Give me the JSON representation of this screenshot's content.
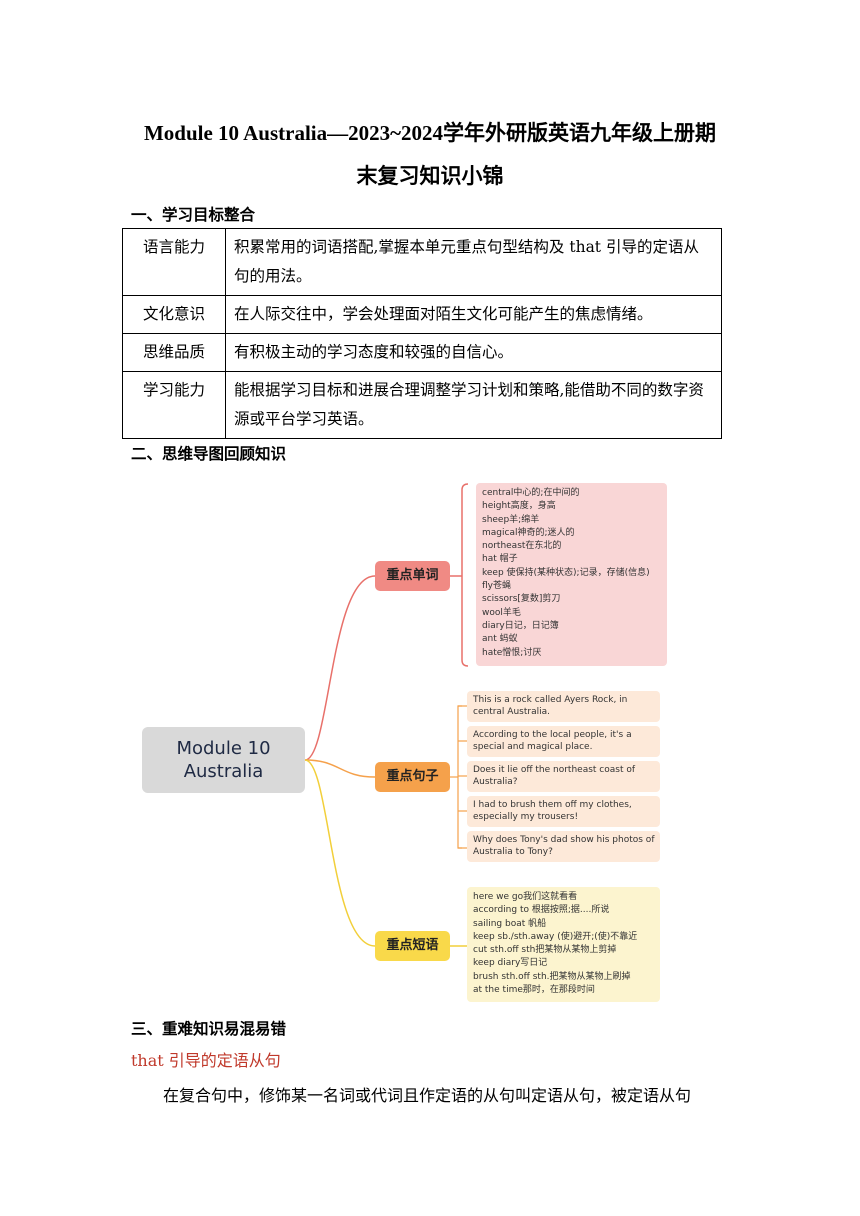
{
  "title_line1": "Module 10 Australia—2023~2024学年外研版英语九年级上册期",
  "title_line2": "末复习知识小锦",
  "section1": "一、学习目标整合",
  "goals": [
    {
      "k": "语言能力",
      "v": "积累常用的词语搭配,掌握本单元重点句型结构及 that 引导的定语从句的用法。"
    },
    {
      "k": "文化意识",
      "v": "在人际交往中，学会处理面对陌生文化可能产生的焦虑情绪。"
    },
    {
      "k": "思维品质",
      "v": "有积极主动的学习态度和较强的自信心。"
    },
    {
      "k": "学习能力",
      "v": "能根据学习目标和进展合理调整学习计划和策略,能借助不同的数字资源或平台学习英语。"
    }
  ],
  "section2": "二、思维导图回顾知识",
  "mindmap": {
    "root_line1": "Module 10",
    "root_line2": "Australia",
    "branch_words": "重点单词",
    "branch_sentences": "重点句子",
    "branch_phrases": "重点短语",
    "words": [
      "central中心的;在中间的",
      "height高度，身高",
      "sheep羊;绵羊",
      "magical神奇的;迷人的",
      "northeast在东北的",
      "hat 帽子",
      "keep 使保持(某种状态);记录，存储(信息)",
      "fly苍蝇",
      "scissors[复数]剪刀",
      "wool羊毛",
      "diary日记，日记簿",
      "ant 蚂蚁",
      "hate憎恨;讨厌"
    ],
    "sentences": [
      [
        "This is a rock called Ayers Rock, in",
        "central Australia."
      ],
      [
        "According to the local people, it's a",
        "special and magical place."
      ],
      [
        "Does it lie off the northeast coast of",
        "Australia?"
      ],
      [
        "I had to brush them off my clothes,",
        "especially my trousers!"
      ],
      [
        "Why does Tony's dad show his photos of",
        "Australia to Tony?"
      ]
    ],
    "phrases": [
      "here we go我们这就看看",
      "according to 根据按照;据....所说",
      "sailing boat 帆船",
      "keep sb./sth.away (使)避开;(使)不靠近",
      "cut sth.off sth把某物从某物上剪掉",
      "keep diary写日记",
      "brush sth.off sth.把某物从某物上刷掉",
      "at the time那时，在那段时间"
    ]
  },
  "section3": "三、重难知识易混易错",
  "subheading": "that 引导的定语从句",
  "paragraph": "在复合句中，修饰某一名词或代词且作定语的从句叫定语从句，被定语从句",
  "colors": {
    "red": "#c0392b",
    "words": "#f08a84",
    "sentences": "#f5a14b",
    "phrases": "#f9d94a"
  }
}
